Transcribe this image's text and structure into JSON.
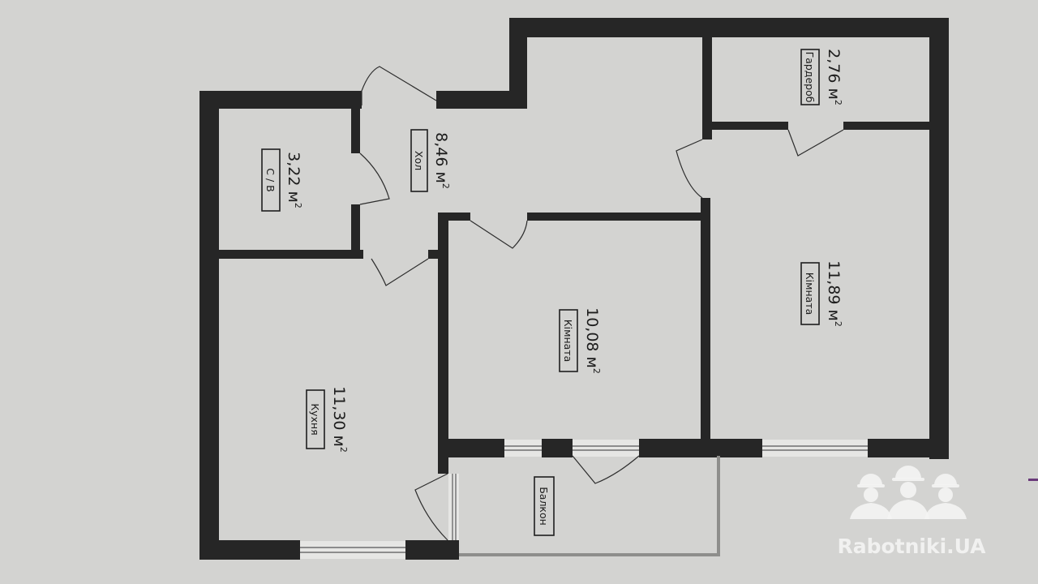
{
  "plan": {
    "rooms": [
      {
        "id": "wardrobe",
        "area": "2,76 м",
        "label": "Гардероб"
      },
      {
        "id": "hall",
        "area": "8,46 м",
        "label": "Хол"
      },
      {
        "id": "bathroom",
        "area": "3,22 м",
        "label": "С / В"
      },
      {
        "id": "room2",
        "area": "11,89 м",
        "label": "Кімната"
      },
      {
        "id": "room1",
        "area": "10,08 м",
        "label": "Кімната"
      },
      {
        "id": "kitchen",
        "area": "11,30 м",
        "label": "Кухня"
      },
      {
        "id": "balcony",
        "area": "",
        "label": "Балкон"
      }
    ],
    "area_exponent": "2"
  },
  "watermark": {
    "text": "Rabotniki.UA"
  },
  "colors": {
    "background": "#d3d3d1",
    "wall": "#262626",
    "balcony_rail": "#8e8e8c",
    "watermark": "#f4f4f3",
    "accent": "#6a3a7a"
  }
}
